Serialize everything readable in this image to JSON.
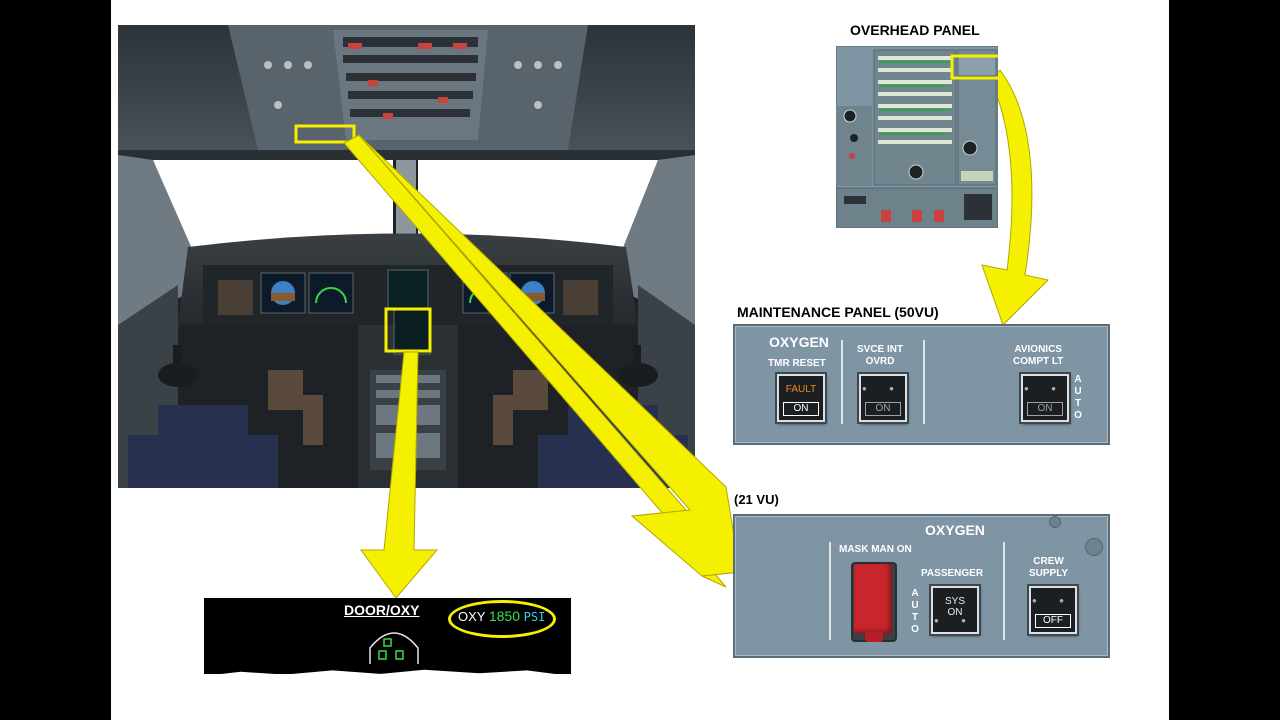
{
  "titles": {
    "overhead_panel": "OVERHEAD PANEL",
    "maintenance_panel": "MAINTENANCE PANEL (50VU)",
    "panel_21vu": "(21 VU)"
  },
  "maintenance_panel": {
    "oxygen_title": "OXYGEN",
    "tmr_reset": "TMR RESET",
    "fault_legend": "FAULT",
    "on_legend": "ON",
    "svce_int_line1": "SVCE INT",
    "svce_int_line2": "OVRD",
    "svce_on": "ON",
    "avionics_line1": "AVIONICS",
    "avionics_line2": "COMPT LT",
    "avionics_on": "ON",
    "auto_vertical": "AUTO"
  },
  "panel_21vu": {
    "oxygen_title": "OXYGEN",
    "mask_man_on": "MASK MAN ON",
    "passenger": "PASSENGER",
    "sys_on": "SYS ON",
    "auto_vertical": "AUTO",
    "crew_line1": "CREW",
    "crew_line2": "SUPPLY",
    "off_legend": "OFF"
  },
  "ecam_display": {
    "page_title": "DOOR/OXY",
    "oxy_label": "OXY",
    "oxy_value": "1850",
    "oxy_unit": "PSI"
  },
  "colors": {
    "highlight_yellow": "#f5f000",
    "panel_gray": "#7f95a4",
    "fault_amber": "#f08a1c",
    "ecam_green": "#35e04a",
    "ecam_cyan": "#2fd6e0",
    "mask_red": "#c8262c"
  }
}
